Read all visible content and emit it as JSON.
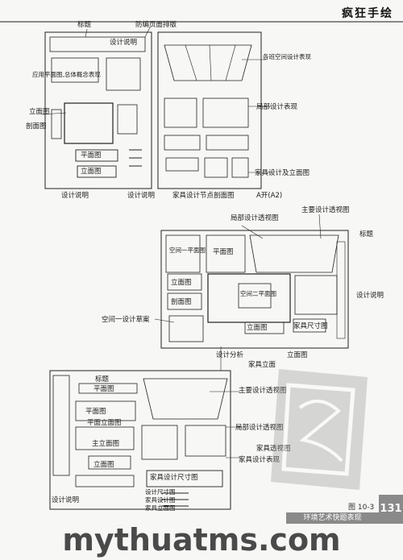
{
  "header": {
    "title": "疯狂手绘"
  },
  "sheet1": {
    "labels": {
      "lbl_title": "标题",
      "lbl_rest": "防编页面排版",
      "lbl_design": "设计说明",
      "lbl_plan_analysis": "应用平面图,总体概念表现",
      "lbl_elev": "立面图",
      "lbl_section": "剖面图",
      "lbl_plan": "平面图",
      "lbl_elev_inside": "立面图",
      "lbl_rv_top": "各班空间设计表现",
      "lbl_rv_mid": "局部设计表现",
      "lbl_rv_bottom": "家具设计及立面图",
      "lbl_bottom_left": "设计说明",
      "lbl_bottom_mid": "设计说明",
      "lbl_bottom_right": "家具设计节点剖面图",
      "lbl_a2": "A开(A2)"
    }
  },
  "sheet2": {
    "labels": {
      "lbl_overview": "局部设计透视图",
      "lbl_main_view": "主要设计透视图",
      "lbl_title2": "标题",
      "lbl_room1": "空间一平面图",
      "lbl_room1b": "平面图",
      "lbl_elev2": "立面图",
      "lbl_section2": "剖面图",
      "lbl_room2": "空间二平面图",
      "lbl_elev3": "立面图",
      "lbl_furniture": "家具尺寸图",
      "lbl_design2": "设计说明",
      "lbl_left_note": "空间一设计草案",
      "lbl_bottom_a": "设计分析",
      "lbl_bottom_b": "立面图",
      "lbl_bottom_c": "家具立面"
    }
  },
  "sheet3": {
    "labels": {
      "lbl_title3": "标题",
      "lbl_plan_a": "平面图",
      "lbl_plan_b": "平面图",
      "lbl_elev_a": "平面立面图",
      "lbl_elev_b": "主立面图",
      "lbl_elev_c": "立面图",
      "lbl_rv1": "主要设计透视图",
      "lbl_rv2": "局部设计透视图",
      "lbl_rv3": "家具设计表现",
      "lbl_rv4": "家具设计尺寸图",
      "lbl_rv5": "家具透视图",
      "lbl_left_bottom": "设计说明",
      "lbl_bt1": "设计尺寸图",
      "lbl_bt2": "家具设计图",
      "lbl_bt3": "家具立面图"
    }
  },
  "figure_caption": "图 10-3",
  "page_number": "131",
  "page_band": "环境艺术快题表现",
  "watermark": "mythuatms.com"
}
